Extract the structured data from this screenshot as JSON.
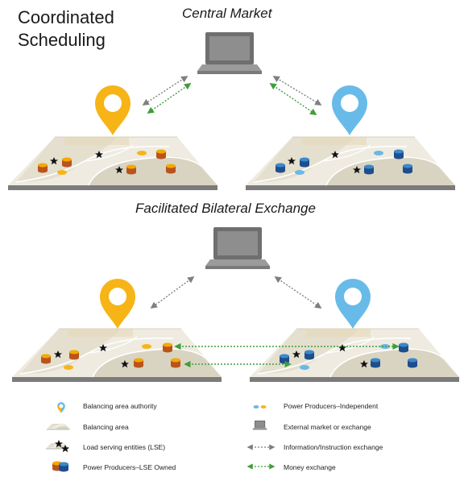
{
  "title": "Coordinated Scheduling",
  "sections": {
    "central_market": "Central Market",
    "bilateral": "Facilitated Bilateral Exchange"
  },
  "legend": {
    "left": [
      "Balancing area authority",
      "Balancing area",
      "Load serving entities (LSE)",
      "Power Producers–LSE Owned"
    ],
    "right": [
      "Power Producers–Independent",
      "External market or exchange",
      "Information/Instruction exchange",
      "Money exchange"
    ]
  },
  "colors": {
    "authority_orange": "#F6B416",
    "authority_blue": "#68BBE8",
    "lse_owned_orange_top": "#F6A800",
    "lse_owned_orange_side": "#B9541D",
    "lse_owned_blue_top": "#3B89CC",
    "lse_owned_blue_side": "#1F4E8C",
    "independent_orange": "#F7B51A",
    "independent_blue": "#6AB8E6",
    "info_exchange": "#7F7F7F",
    "money_exchange": "#3E9E3A",
    "area_light": "#EFEBE1",
    "area_dark": "#D9D4C2",
    "area_edge": "#7B7B7B"
  },
  "icons": [
    "location-pin-icon",
    "laptop-icon",
    "star-icon",
    "cylinder-icon",
    "double-arrow-icon"
  ]
}
